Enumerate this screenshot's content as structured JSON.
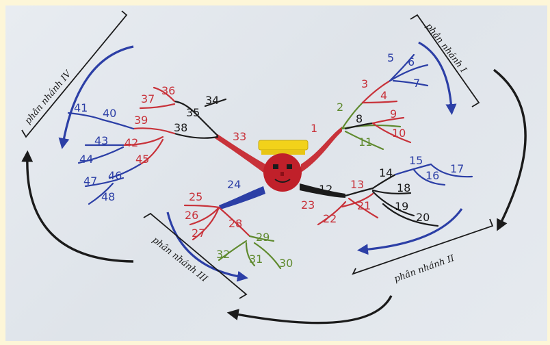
{
  "labels": {
    "branch_1": "phân nhánh I",
    "branch_2": "phân nhánh II",
    "branch_3": "phân nhánh III",
    "branch_4": "phân nhánh IV"
  },
  "colors": {
    "background": "#fdf6d8",
    "board": "#e3e7ec",
    "red": "#c8323a",
    "black": "#1b1b1b",
    "blue": "#2c3fa6",
    "green": "#5f8a2e",
    "hat": "#f2d21a",
    "face": "#c0202a"
  },
  "nodes": [
    {
      "id": "1",
      "label": "1",
      "color": "red"
    },
    {
      "id": "2",
      "label": "2",
      "color": "green"
    },
    {
      "id": "3",
      "label": "3",
      "color": "red"
    },
    {
      "id": "4",
      "label": "4",
      "color": "red"
    },
    {
      "id": "5",
      "label": "5",
      "color": "blue"
    },
    {
      "id": "6",
      "label": "6",
      "color": "blue"
    },
    {
      "id": "7",
      "label": "7",
      "color": "blue"
    },
    {
      "id": "8",
      "label": "8",
      "color": "black"
    },
    {
      "id": "9",
      "label": "9",
      "color": "red"
    },
    {
      "id": "10",
      "label": "10",
      "color": "red"
    },
    {
      "id": "11",
      "label": "11",
      "color": "green"
    },
    {
      "id": "12",
      "label": "12",
      "color": "black"
    },
    {
      "id": "13",
      "label": "13",
      "color": "red"
    },
    {
      "id": "14",
      "label": "14",
      "color": "black"
    },
    {
      "id": "15",
      "label": "15",
      "color": "blue"
    },
    {
      "id": "16",
      "label": "16",
      "color": "blue"
    },
    {
      "id": "17",
      "label": "17",
      "color": "blue"
    },
    {
      "id": "18",
      "label": "18",
      "color": "black"
    },
    {
      "id": "19",
      "label": "19",
      "color": "black"
    },
    {
      "id": "20",
      "label": "20",
      "color": "black"
    },
    {
      "id": "21",
      "label": "21",
      "color": "red"
    },
    {
      "id": "22",
      "label": "22",
      "color": "red"
    },
    {
      "id": "23",
      "label": "23",
      "color": "red"
    },
    {
      "id": "24",
      "label": "24",
      "color": "blue"
    },
    {
      "id": "25",
      "label": "25",
      "color": "red"
    },
    {
      "id": "26",
      "label": "26",
      "color": "red"
    },
    {
      "id": "27",
      "label": "27",
      "color": "red"
    },
    {
      "id": "28",
      "label": "28",
      "color": "red"
    },
    {
      "id": "29",
      "label": "29",
      "color": "green"
    },
    {
      "id": "30",
      "label": "30",
      "color": "green"
    },
    {
      "id": "31",
      "label": "31",
      "color": "green"
    },
    {
      "id": "32",
      "label": "32",
      "color": "green"
    },
    {
      "id": "33",
      "label": "33",
      "color": "red"
    },
    {
      "id": "34",
      "label": "34",
      "color": "black"
    },
    {
      "id": "35",
      "label": "35",
      "color": "black"
    },
    {
      "id": "36",
      "label": "36",
      "color": "red"
    },
    {
      "id": "37",
      "label": "37",
      "color": "red"
    },
    {
      "id": "38",
      "label": "38",
      "color": "black"
    },
    {
      "id": "39",
      "label": "39",
      "color": "red"
    },
    {
      "id": "40",
      "label": "40",
      "color": "blue"
    },
    {
      "id": "41",
      "label": "41",
      "color": "blue"
    },
    {
      "id": "42",
      "label": "42",
      "color": "red"
    },
    {
      "id": "43",
      "label": "43",
      "color": "blue"
    },
    {
      "id": "44",
      "label": "44",
      "color": "blue"
    },
    {
      "id": "45",
      "label": "45",
      "color": "red"
    },
    {
      "id": "46",
      "label": "46",
      "color": "blue"
    },
    {
      "id": "47",
      "label": "47",
      "color": "blue"
    },
    {
      "id": "48",
      "label": "48",
      "color": "blue"
    }
  ]
}
